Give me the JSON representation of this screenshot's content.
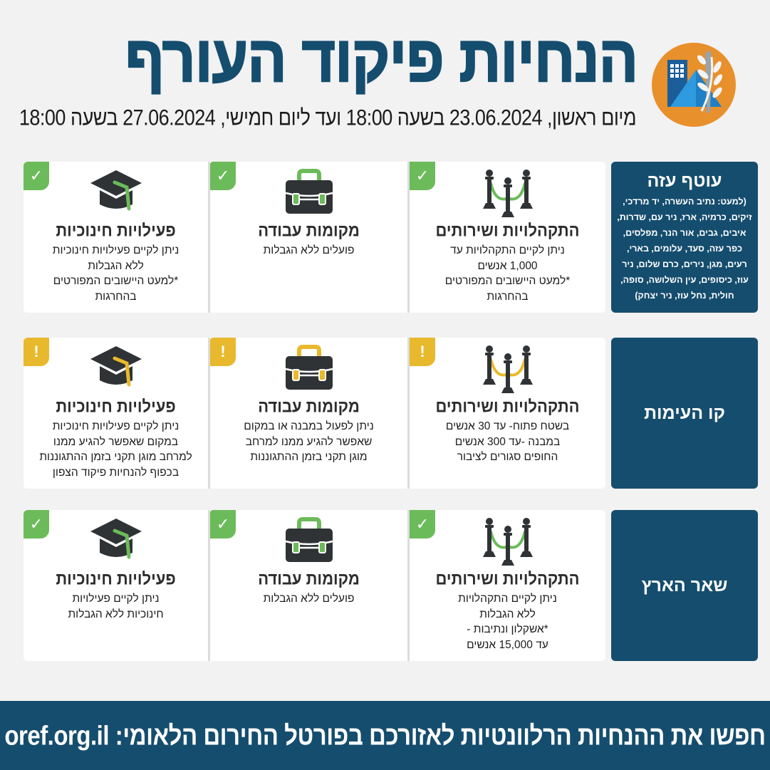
{
  "header": {
    "title": "הנחיות פיקוד העורף",
    "subtitle": "מיום ראשון, 23.06.2024 בשעה 18:00 ועד ליום חמישי, 27.06.2024 בשעה 18:00",
    "logo_icon": "home-front-command-logo-icon"
  },
  "colors": {
    "brand_blue": "#154d6e",
    "ok_green": "#6cbb5a",
    "warn_yellow": "#e8b92c",
    "icon_dark": "#2f3335",
    "logo_orange": "#e8902c",
    "background": "#f2f2f2"
  },
  "zones": [
    {
      "name": "עוטף עזה",
      "list": "(למעט: נתיב העשרה, יד מרדכי, זיקים, כרמיה, ארז, ניר עם, שדרות, איבים, גבים, אור הנר, מפלסים, כפר עזה, סעד, עלומים, בארי, רעים, מגן, נירים, כרם שלום, ניר עוז, כיסופים, עין השלושה, סופה, חולית, נחל עוז, ניר יצחק)",
      "status": "ok",
      "categories": {
        "gatherings": {
          "icon": "stanchion-icon",
          "badge": "✓",
          "title": "התקהלויות ושירותים",
          "text": "ניתן לקיים התקהלויות עד\n1,000 אנשים\n*למעט היישובים המפורטים\nבהחרגות"
        },
        "workplaces": {
          "icon": "briefcase-icon",
          "badge": "✓",
          "title": "מקומות עבודה",
          "text": "פועלים ללא הגבלות"
        },
        "education": {
          "icon": "graduation-cap-icon",
          "badge": "✓",
          "title": "פעילויות חינוכיות",
          "text": "ניתן לקיים פעילויות חינוכיות\nללא הגבלות\n*למעט היישובים המפורטים\nבהחרגות"
        }
      }
    },
    {
      "name": "קו העימות",
      "list": "",
      "status": "warn",
      "categories": {
        "gatherings": {
          "icon": "stanchion-icon",
          "badge": "!",
          "title": "התקהלויות ושירותים",
          "text": "בשטח פתוח- עד 30 אנשים\nבמבנה -עד 300 אנשים\nהחופים סגורים לציבור"
        },
        "workplaces": {
          "icon": "briefcase-icon",
          "badge": "!",
          "title": "מקומות עבודה",
          "text": "ניתן לפעול במבנה או במקום\nשאפשר להגיע ממנו למרחב\nמוגן תקני בזמן ההתגוננות"
        },
        "education": {
          "icon": "graduation-cap-icon",
          "badge": "!",
          "title": "פעילויות חינוכיות",
          "text": "ניתן לקיים פעילויות חינוכיות\nבמקום שאפשר להגיע ממנו\nלמרחב מוגן תקני בזמן ההתגוננות\nבכפוף להנחיות פיקוד הצפון"
        }
      }
    },
    {
      "name": "שאר הארץ",
      "list": "",
      "status": "ok",
      "categories": {
        "gatherings": {
          "icon": "stanchion-icon",
          "badge": "✓",
          "title": "התקהלויות ושירותים",
          "text": "ניתן לקיים התקהלויות\nללא הגבלות\n*אשקלון ונתיבות -\nעד 15,000 אנשים"
        },
        "workplaces": {
          "icon": "briefcase-icon",
          "badge": "✓",
          "title": "מקומות עבודה",
          "text": "פועלים ללא הגבלות"
        },
        "education": {
          "icon": "graduation-cap-icon",
          "badge": "✓",
          "title": "פעילויות חינוכיות",
          "text": "ניתן לקיים פעילויות\nחינוכיות ללא הגבלות"
        }
      }
    }
  ],
  "footer": {
    "text": "חפשו את ההנחיות הרלוונטיות לאזורכם בפורטל החירום הלאומי: ",
    "url": "oref.org.il"
  }
}
